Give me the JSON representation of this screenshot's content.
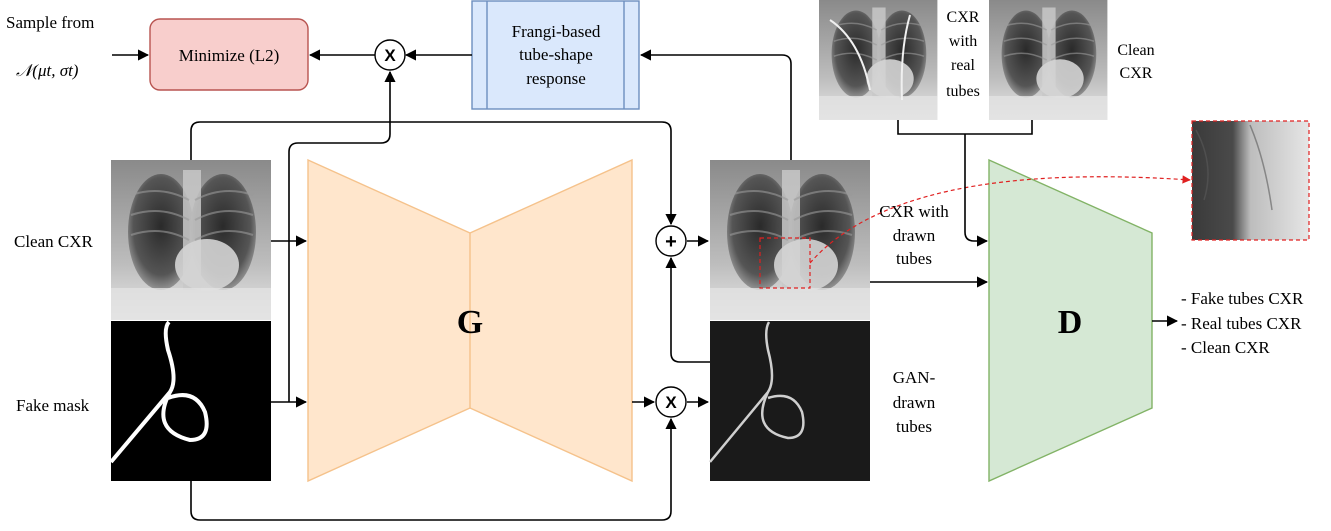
{
  "inputs": {
    "sample_label_line1": "Sample from",
    "sample_formula": "𝒩(μt, σt)",
    "clean_cxr_label": "Clean CXR",
    "fake_mask_label": "Fake mask"
  },
  "blocks": {
    "minimize_label": "Minimize (L2)",
    "frangi_line1": "Frangi-based",
    "frangi_line2": "tube-shape",
    "frangi_line3": "response",
    "generator_label": "G",
    "discriminator_label": "D"
  },
  "operators": {
    "multiply_top": "X",
    "add": "+",
    "multiply_bottom": "X"
  },
  "outputs": {
    "drawn_line1": "CXR with",
    "drawn_line2": "drawn",
    "drawn_line3": "tubes",
    "gan_line1": "GAN-",
    "gan_line2": "drawn",
    "gan_line3": "tubes"
  },
  "references": {
    "real_line1": "CXR",
    "real_line2": "with",
    "real_line3": "real",
    "real_line4": "tubes",
    "clean_line1": "Clean",
    "clean_line2": "CXR"
  },
  "discriminator_outputs": [
    "- Fake tubes CXR",
    "- Real tubes CXR",
    "- Clean CXR"
  ],
  "colors": {
    "minimize_fill": "#f8cecc",
    "minimize_stroke": "#b85450",
    "frangi_fill": "#dae8fc",
    "frangi_stroke": "#6c8ebf",
    "generator_fill": "#ffe6cc",
    "generator_stroke": "#f5c28b",
    "discriminator_fill": "#d5e8d4",
    "discriminator_stroke": "#82b366",
    "zoom_stroke": "#e02020"
  }
}
